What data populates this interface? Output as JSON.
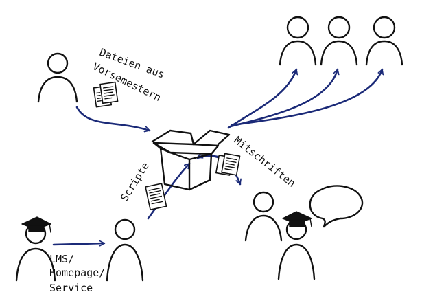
{
  "labels": {
    "archive": [
      "Dateien aus",
      "Vorsemestern"
    ],
    "scripts": "Scripte",
    "notes": "Mitschriften",
    "service": [
      "LMS/",
      "Homepage/",
      "Service"
    ]
  },
  "colors": {
    "ink": "#111111",
    "arrow": "#1b2a78",
    "background": "#ffffff"
  },
  "icons": {
    "person": "person-icon",
    "graduate": "graduate-icon",
    "box": "open-box-icon",
    "document": "document-icon",
    "speech": "speech-bubble-icon"
  }
}
